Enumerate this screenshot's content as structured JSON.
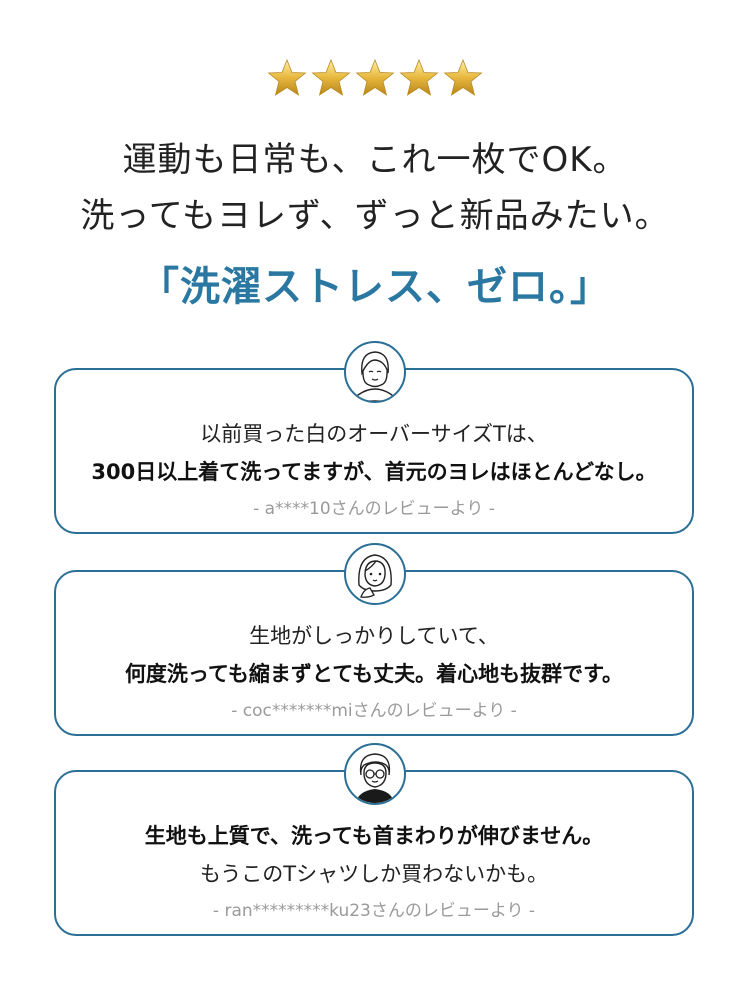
{
  "rating": {
    "value": 5,
    "max": 5,
    "star_color": "#e2b33c"
  },
  "headline": {
    "line1": "運動も日常も、これ一枚でOK。",
    "line2": "洗ってもヨレず、ずっと新品みたい。"
  },
  "tagline": "「洗濯ストレス、ゼロ。」",
  "accent_color": "#2a78a2",
  "reviews": [
    {
      "line1": "以前買った白のオーバーサイズTは、",
      "line2": "300日以上着て洗ってますが、首元のヨレはほとんどなし。",
      "credit": "- a****10さんのレビューより -",
      "avatar_icon": "woman-short-hair-icon"
    },
    {
      "line1": "生地がしっかりしていて、",
      "line2": "何度洗っても縮まずとても丈夫。着心地も抜群です。",
      "credit": "- coc*******miさんのレビューより -",
      "avatar_icon": "woman-hand-on-cheek-icon"
    },
    {
      "line1": "生地も上質で、洗っても首まわりが伸びません。",
      "line2": "もうこのTシャツしか買わないかも。",
      "credit": "- ran*********ku23さんのレビューより -",
      "avatar_icon": "person-glasses-icon"
    }
  ]
}
